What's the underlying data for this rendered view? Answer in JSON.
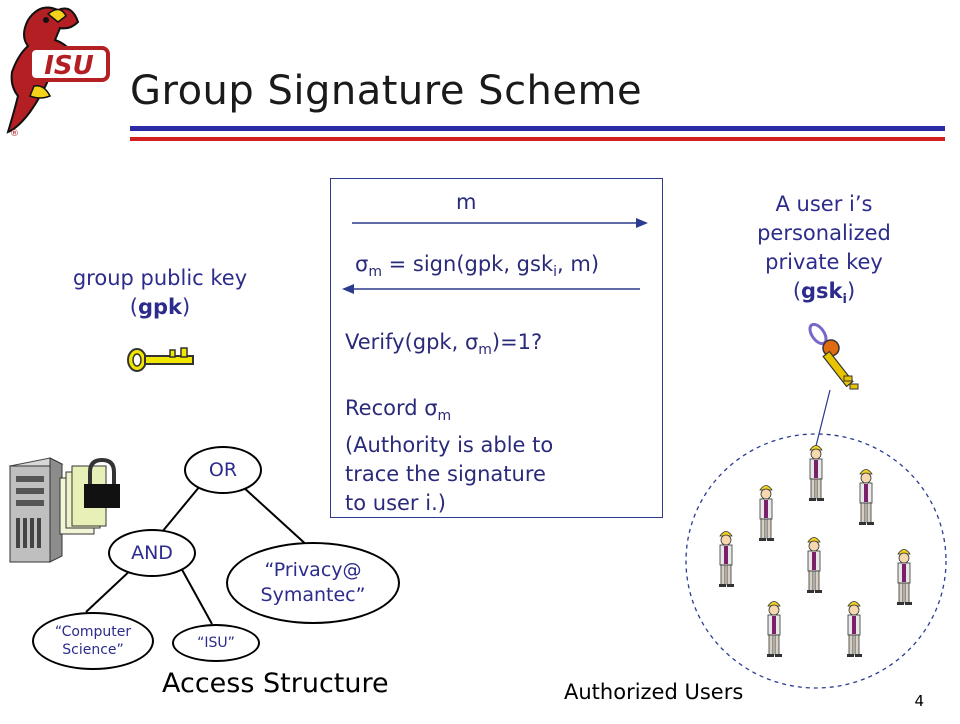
{
  "title": "Group Signature Scheme",
  "page_number": "4",
  "gpk_label": {
    "line1": "group public key",
    "line2_open": "(",
    "line2_bold": "gpk",
    "line2_close": ")"
  },
  "protocol": {
    "message": "m",
    "sigma": "σ",
    "sigma_sub": "m",
    "sign_rest": " = sign(gpk, gsk",
    "sign_sub": "i",
    "sign_end": ", m)",
    "verify_pre": "Verify(gpk, σ",
    "verify_sub": "m",
    "verify_post": ")=1?",
    "record_pre": "Record σ",
    "record_sub": "m",
    "note_lines": [
      "(Authority is able to",
      "trace the signature",
      "to user i.)"
    ]
  },
  "user_key_label": {
    "lines": [
      "A user i’s",
      "personalized",
      "private key"
    ],
    "open": "(",
    "bold": "gsk",
    "bold_sub": "i",
    "close": ")"
  },
  "access_tree": {
    "root": "OR",
    "and_node": "AND",
    "leaf_privacy": [
      "“Privacy@",
      "Symantec”"
    ],
    "leaf_cs": [
      "“Computer",
      "Science”"
    ],
    "leaf_isu": "“ISU”",
    "caption": "Access Structure"
  },
  "users_caption": "Authorized Users",
  "logo_text": "ISU",
  "colors": {
    "title_rule_blue": "#2b2ba6",
    "title_rule_red": "#d21f1f",
    "label_blue": "#2c2c8c",
    "key_gold": "#f2e600"
  }
}
